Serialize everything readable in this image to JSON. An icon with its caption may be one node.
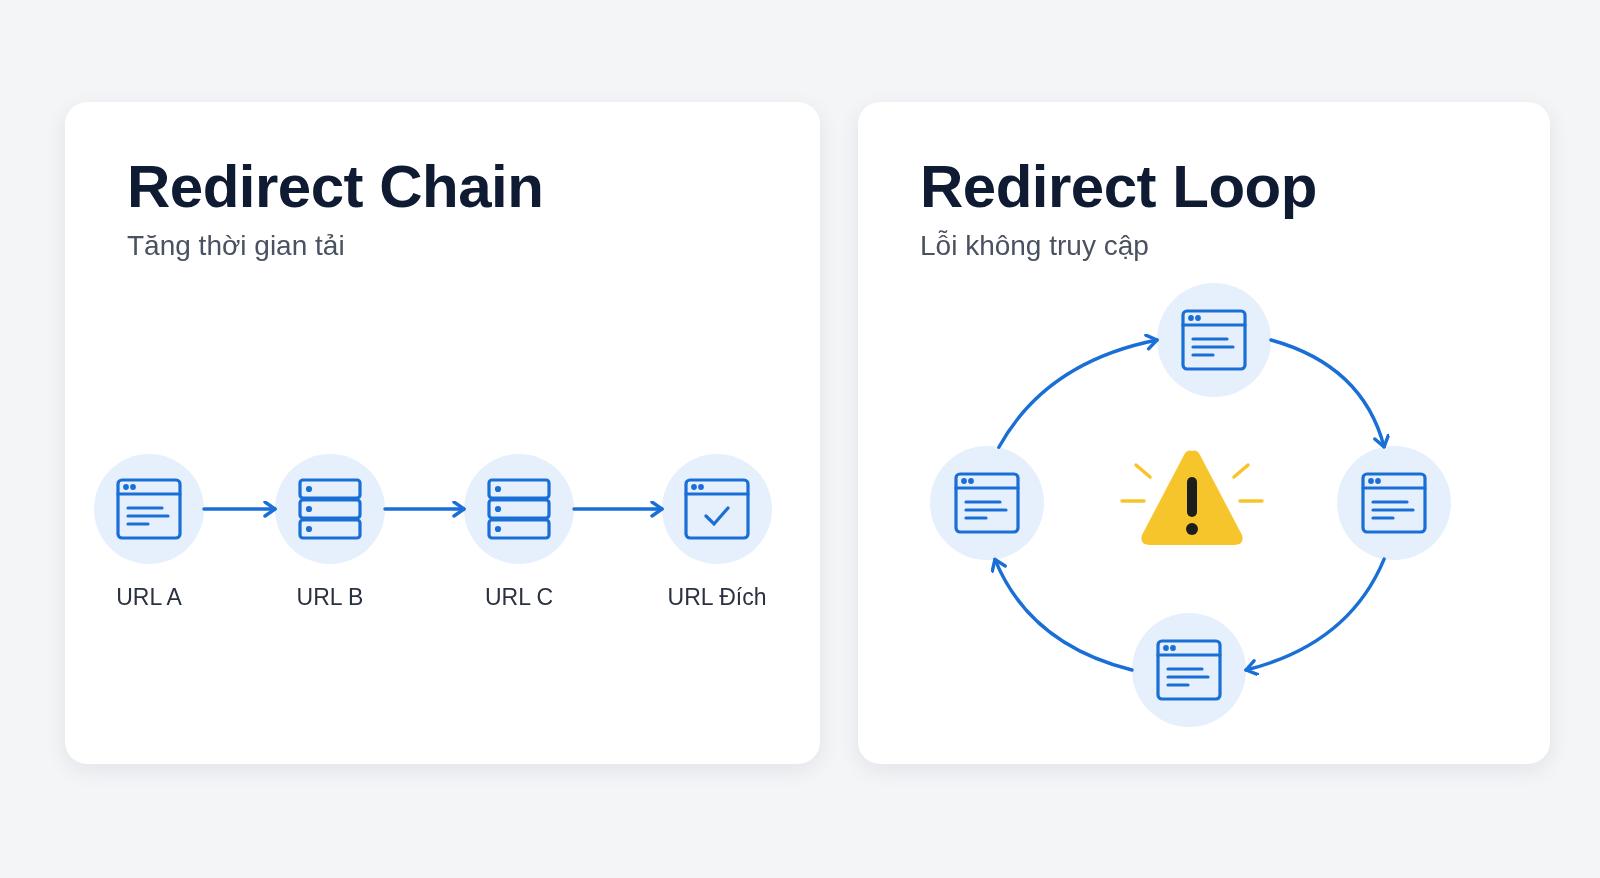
{
  "diagram": {
    "nodes": [
      {
        "text": [
          "Redirect Chain",
          "Tăng thời gian tải"
        ]
      },
      {
        "text": [],
        "shape": "circle",
        "in": 0,
        "beside": [
          "URL A"
        ]
      },
      {
        "text": [],
        "shape": "circle",
        "in": 0,
        "beside": [
          "URL B"
        ]
      },
      {
        "text": [],
        "shape": "circle",
        "in": 0,
        "beside": [
          "URL C"
        ]
      },
      {
        "text": [],
        "shape": "circle",
        "in": 0,
        "beside": [
          "URL Đích"
        ]
      },
      {
        "text": [
          "Redirect Loop",
          "Lỗi không truy cập"
        ]
      },
      {
        "text": [],
        "shape": "circle",
        "in": 5
      },
      {
        "text": [],
        "shape": "circle",
        "in": 5
      },
      {
        "text": [],
        "shape": "circle",
        "in": 5
      },
      {
        "text": [],
        "shape": "circle",
        "in": 5
      }
    ],
    "edges": [
      {
        "from": 1,
        "to": 2,
        "arrow": "to"
      },
      {
        "from": 2,
        "to": 3,
        "arrow": "to"
      },
      {
        "from": 3,
        "to": 4,
        "arrow": "to"
      },
      {
        "from": 9,
        "to": 6,
        "arrow": "to"
      },
      {
        "from": 6,
        "to": 7,
        "arrow": "to"
      },
      {
        "from": 7,
        "to": 8,
        "arrow": "to"
      },
      {
        "from": 8,
        "to": 9,
        "arrow": "to"
      }
    ]
  }
}
